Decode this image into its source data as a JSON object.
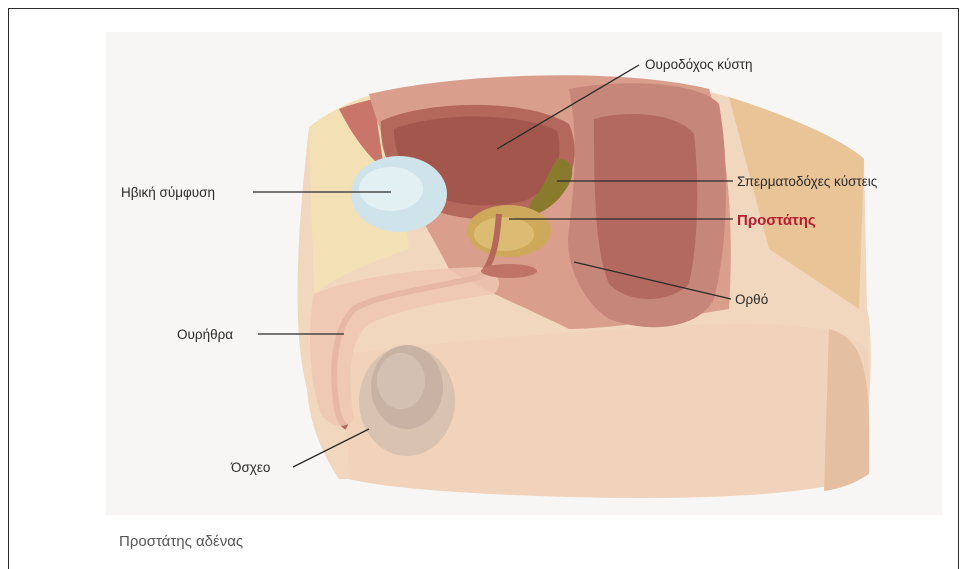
{
  "figure": {
    "labels": {
      "bladder": "Ουροδόχος κύστη",
      "pubic_symphysis": "Ηβική σύμφυση",
      "seminal_vesicles": "Σπερματοδόχες κύστεις",
      "prostate": "Προστάτης",
      "rectum": "Ορθό",
      "urethra": "Ουρήθρα",
      "scrotum": "Όσχεο"
    },
    "highlight_color": "#b41e2e"
  },
  "caption": "Προστάτης αδένας"
}
